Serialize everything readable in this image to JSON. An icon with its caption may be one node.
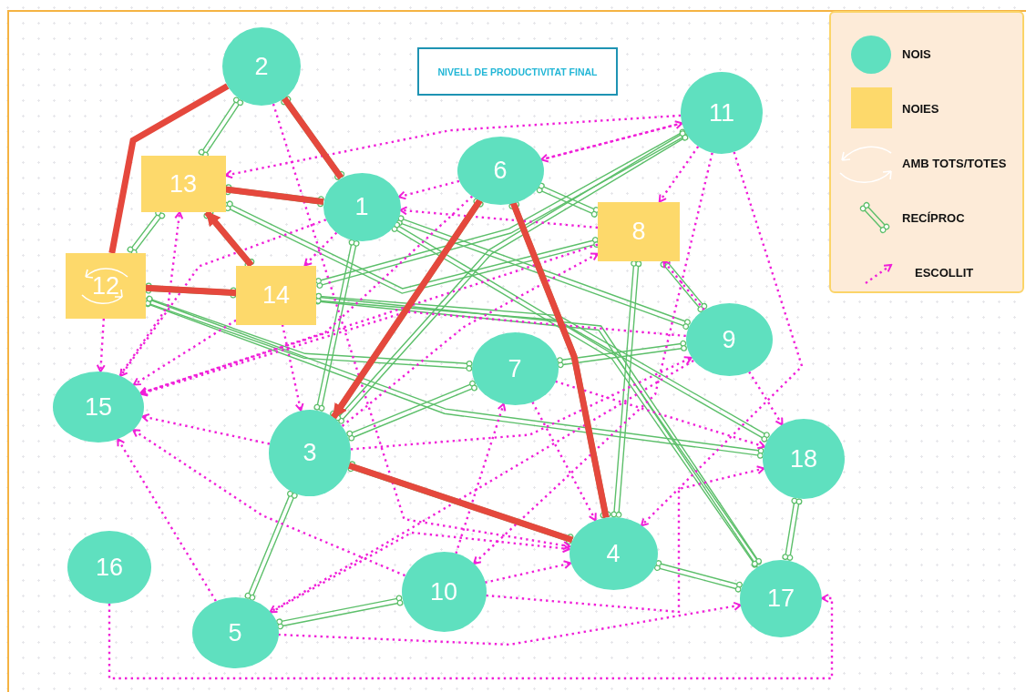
{
  "diagram": {
    "title": "NIVELL DE PRODUCTIVITAT FINAL",
    "nodes": [
      {
        "text": [
          "1"
        ]
      },
      {
        "text": [
          "2"
        ]
      },
      {
        "text": [
          "3"
        ]
      },
      {
        "text": [
          "4"
        ]
      },
      {
        "text": [
          "5"
        ]
      },
      {
        "text": [
          "6"
        ]
      },
      {
        "text": [
          "7"
        ]
      },
      {
        "text": [
          "8"
        ]
      },
      {
        "text": [
          "9"
        ]
      },
      {
        "text": [
          "10"
        ]
      },
      {
        "text": [
          "11"
        ]
      },
      {
        "text": [
          "12"
        ]
      },
      {
        "text": [
          "13"
        ]
      },
      {
        "text": [
          "14"
        ]
      },
      {
        "text": [
          "15"
        ]
      },
      {
        "text": [
          "16"
        ]
      },
      {
        "text": [
          "17"
        ]
      },
      {
        "text": [
          "18"
        ]
      }
    ],
    "edges": [
      {
        "from": 1,
        "to": 12,
        "arrow": "other",
        "color": "#5cbf6a"
      },
      {
        "from": 1,
        "to": 0,
        "arrow": "other",
        "color": "#5cbf6a"
      },
      {
        "from": 12,
        "to": 11,
        "arrow": "other",
        "color": "#5cbf6a"
      },
      {
        "from": 12,
        "to": 0,
        "arrow": "other",
        "color": "#5cbf6a"
      },
      {
        "from": 12,
        "to": 7,
        "arrow": "other",
        "color": "#5cbf6a"
      },
      {
        "from": 12,
        "to": 13,
        "arrow": "other",
        "color": "#5cbf6a"
      },
      {
        "from": 11,
        "to": 13,
        "arrow": "other",
        "color": "#5cbf6a"
      },
      {
        "from": 11,
        "to": 17,
        "arrow": "other",
        "color": "#5cbf6a"
      },
      {
        "from": 11,
        "to": 6,
        "arrow": "other",
        "color": "#5cbf6a"
      },
      {
        "from": 0,
        "to": 8,
        "arrow": "other",
        "color": "#5cbf6a"
      },
      {
        "from": 0,
        "to": 2,
        "arrow": "other",
        "color": "#5cbf6a"
      },
      {
        "from": 0,
        "to": 16,
        "arrow": "other",
        "color": "#5cbf6a"
      },
      {
        "from": 5,
        "to": 2,
        "arrow": "other",
        "color": "#5cbf6a"
      },
      {
        "from": 10,
        "to": 13,
        "arrow": "other",
        "color": "#5cbf6a"
      },
      {
        "from": 10,
        "to": 2,
        "arrow": "other",
        "color": "#5cbf6a"
      },
      {
        "from": 5,
        "to": 7,
        "arrow": "other",
        "color": "#5cbf6a"
      },
      {
        "from": 7,
        "to": 3,
        "arrow": "other",
        "color": "#5cbf6a"
      },
      {
        "from": 7,
        "to": 8,
        "arrow": "other",
        "color": "#5cbf6a"
      },
      {
        "from": 13,
        "to": 16,
        "arrow": "other",
        "color": "#5cbf6a"
      },
      {
        "from": 13,
        "to": 17,
        "arrow": "other",
        "color": "#5cbf6a"
      },
      {
        "from": 8,
        "to": 6,
        "arrow": "other",
        "color": "#5cbf6a"
      },
      {
        "from": 6,
        "to": 2,
        "arrow": "other",
        "color": "#5cbf6a"
      },
      {
        "from": 2,
        "to": 3,
        "arrow": "other",
        "color": "#5cbf6a"
      },
      {
        "from": 2,
        "to": 4,
        "arrow": "other",
        "color": "#5cbf6a"
      },
      {
        "from": 4,
        "to": 9,
        "arrow": "other",
        "color": "#5cbf6a"
      },
      {
        "from": 3,
        "to": 16,
        "arrow": "other",
        "color": "#5cbf6a"
      },
      {
        "from": 17,
        "to": 16,
        "arrow": "other",
        "color": "#5cbf6a"
      },
      {
        "from": 5,
        "to": 3,
        "arrow": "other",
        "color": "#5cbf6a"
      },
      {
        "from": 1,
        "to": 3,
        "arrow": "to",
        "style": "dashed"
      },
      {
        "from": 10,
        "to": 12,
        "arrow": "to",
        "style": "dashed"
      },
      {
        "from": 5,
        "to": 0,
        "arrow": "to",
        "style": "dashed"
      },
      {
        "from": 7,
        "to": 0,
        "arrow": "to",
        "style": "dashed"
      },
      {
        "from": 10,
        "to": 7,
        "arrow": "to",
        "style": "dashed"
      },
      {
        "from": 8,
        "to": 7,
        "arrow": "to",
        "style": "dashed"
      },
      {
        "from": 11,
        "to": 14,
        "arrow": "to",
        "style": "dashed"
      },
      {
        "from": 14,
        "to": 12,
        "arrow": "to",
        "style": "dashed"
      },
      {
        "from": 0,
        "to": 13,
        "arrow": "to",
        "style": "dashed"
      },
      {
        "from": 10,
        "to": 5,
        "arrow": "to",
        "style": "dashed"
      },
      {
        "from": 5,
        "to": 10,
        "arrow": "to",
        "style": "dashed"
      },
      {
        "from": 13,
        "to": 14,
        "arrow": "to",
        "style": "dashed"
      },
      {
        "from": 0,
        "to": 14,
        "arrow": "to",
        "style": "dashed"
      },
      {
        "from": 5,
        "to": 14,
        "arrow": "to",
        "style": "dashed"
      },
      {
        "from": 7,
        "to": 14,
        "arrow": "to",
        "style": "dashed"
      },
      {
        "from": 8,
        "to": 14,
        "arrow": "to",
        "style": "dashed"
      },
      {
        "from": 13,
        "to": 2,
        "arrow": "to",
        "style": "dashed"
      },
      {
        "from": 2,
        "to": 14,
        "arrow": "to",
        "style": "dashed"
      },
      {
        "from": 9,
        "to": 14,
        "arrow": "to",
        "style": "dashed"
      },
      {
        "from": 4,
        "to": 14,
        "arrow": "to",
        "style": "dashed"
      },
      {
        "from": 8,
        "to": 4,
        "arrow": "to",
        "style": "dashed"
      },
      {
        "from": 9,
        "to": 3,
        "arrow": "to",
        "style": "dashed"
      },
      {
        "from": 4,
        "to": 3,
        "arrow": "to",
        "style": "dashed"
      },
      {
        "from": 4,
        "to": 16,
        "arrow": "to",
        "style": "dashed"
      },
      {
        "from": 15,
        "to": 16,
        "arrow": "to",
        "style": "dashed"
      },
      {
        "from": 9,
        "to": 17,
        "arrow": "to",
        "style": "dashed"
      },
      {
        "from": 8,
        "to": 17,
        "arrow": "to",
        "style": "dashed"
      },
      {
        "from": 6,
        "to": 17,
        "arrow": "to",
        "style": "dashed"
      },
      {
        "from": 10,
        "to": 3,
        "arrow": "to",
        "style": "dashed"
      },
      {
        "from": 2,
        "to": 8,
        "arrow": "to",
        "style": "dashed"
      },
      {
        "from": 10,
        "to": 9,
        "arrow": "to",
        "style": "dashed"
      },
      {
        "from": 9,
        "to": 6,
        "arrow": "to",
        "style": "dashed"
      },
      {
        "from": 2,
        "to": 7,
        "arrow": "to",
        "style": "dashed"
      },
      {
        "from": 6,
        "to": 3,
        "arrow": "to",
        "style": "dashed"
      },
      {
        "from": 1,
        "to": 11,
        "arrow": "none",
        "style": "thick",
        "color": "#e5483d"
      },
      {
        "from": 1,
        "to": 0,
        "arrow": "none",
        "style": "thick",
        "color": "#e5483d"
      },
      {
        "from": 12,
        "to": 0,
        "arrow": "none",
        "style": "thick",
        "color": "#e5483d"
      },
      {
        "from": 13,
        "to": 12,
        "arrow": "to",
        "style": "thick",
        "color": "#e5483d"
      },
      {
        "from": 11,
        "to": 13,
        "arrow": "none",
        "style": "thick",
        "color": "#e5483d"
      },
      {
        "from": 5,
        "to": 3,
        "arrow": "none",
        "style": "thick",
        "color": "#e5483d"
      },
      {
        "from": 5,
        "to": 2,
        "arrow": "to",
        "style": "thick",
        "color": "#e5483d"
      },
      {
        "from": 2,
        "to": 3,
        "arrow": "none",
        "style": "thick",
        "color": "#e5483d"
      }
    ],
    "legend": [
      {
        "text": "NOIS",
        "color": "#5fe0bf"
      },
      {
        "text": "NOIES",
        "color": "#fdd96b"
      },
      {
        "text": "AMB TOTS/TOTES"
      },
      {
        "text": "RECÍPROC"
      },
      {
        "text": "ESCOLLIT"
      }
    ]
  }
}
